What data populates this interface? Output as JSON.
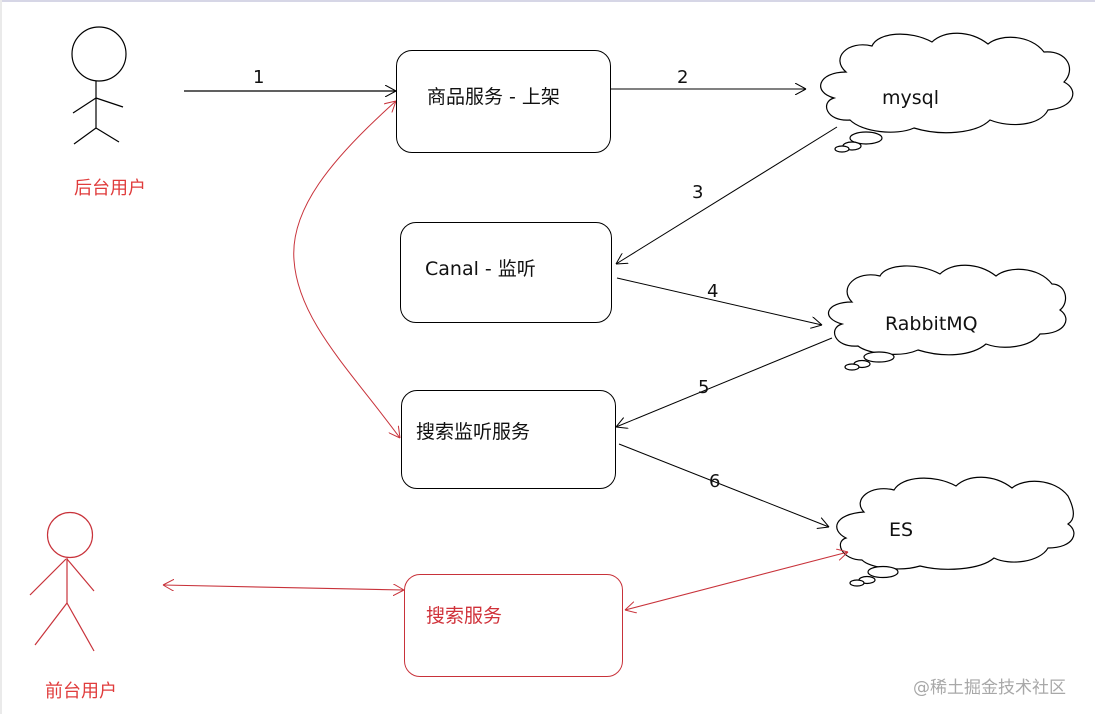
{
  "actors": {
    "backend_user": {
      "label": "后台用户",
      "color": "#000000",
      "label_color": "#e03c3c"
    },
    "frontend_user": {
      "label": "前台用户",
      "color": "#c8323a",
      "label_color": "#e03c3c"
    }
  },
  "services": {
    "product_service": {
      "label": "商品服务 - 上架"
    },
    "canal": {
      "label": "Canal - 监听"
    },
    "search_listener": {
      "label": "搜索监听服务"
    },
    "search_service": {
      "label": "搜索服务",
      "color": "#d0323a"
    }
  },
  "stores": {
    "mysql": {
      "label": "mysql"
    },
    "rabbitmq": {
      "label": "RabbitMQ"
    },
    "es": {
      "label": "ES"
    }
  },
  "steps": {
    "s1": "1",
    "s2": "2",
    "s3": "3",
    "s4": "4",
    "s5": "5",
    "s6": "6"
  },
  "edges": [
    {
      "from": "后台用户",
      "to": "商品服务 - 上架",
      "label": "1",
      "color": "#000000"
    },
    {
      "from": "商品服务 - 上架",
      "to": "mysql",
      "label": "2",
      "color": "#000000"
    },
    {
      "from": "mysql",
      "to": "Canal - 监听",
      "label": "3",
      "color": "#000000"
    },
    {
      "from": "Canal - 监听",
      "to": "RabbitMQ",
      "label": "4",
      "color": "#000000"
    },
    {
      "from": "RabbitMQ",
      "to": "搜索监听服务",
      "label": "5",
      "color": "#000000"
    },
    {
      "from": "搜索监听服务",
      "to": "ES",
      "label": "6",
      "color": "#000000"
    },
    {
      "from": "商品服务 - 上架",
      "to": "搜索监听服务",
      "label": "",
      "color": "#c8323a",
      "bidirectional": true
    },
    {
      "from": "搜索服务",
      "to": "ES",
      "label": "",
      "color": "#c8323a",
      "bidirectional": true
    },
    {
      "from": "搜索服务",
      "to": "前台用户",
      "label": "",
      "color": "#c8323a",
      "bidirectional": true
    }
  ],
  "watermark": "@稀土掘金技术社区"
}
